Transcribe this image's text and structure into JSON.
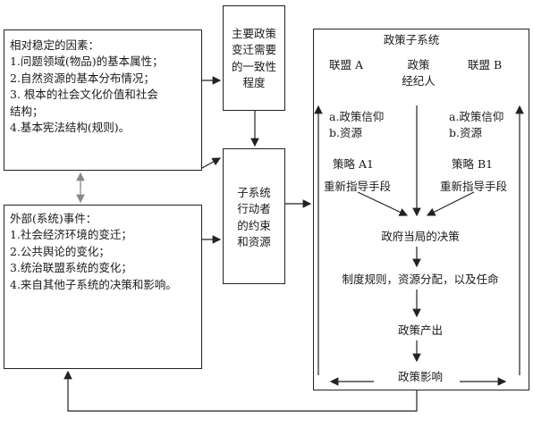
{
  "stable_factors": {
    "title": "相对稳定的因素：",
    "items": [
      "1.问题领域(物品)的基本属性；",
      "2.自然资源的基本分布情况；",
      "3. 根本的社会文化价值和社会",
      "结构；",
      "4.基本宪法结构(规则)。"
    ]
  },
  "external_events": {
    "title": "外部(系统)事件：",
    "items": [
      "1.社会经济环境的变迁；",
      "2.公共舆论的变化；",
      "3.统治联盟系统的变化；",
      "4.来自其他子系统的决策和影响。"
    ]
  },
  "consensus": {
    "lines": [
      "主要政策",
      "变迁需要",
      "的一致性",
      "程度"
    ]
  },
  "constraints": {
    "lines": [
      "子系统",
      "行动者",
      "的约束",
      "和资源"
    ]
  },
  "subsystem": {
    "title": "政策子系统",
    "coalition_a": "联盟 A",
    "broker_line1": "政策",
    "broker_line2": "经纪人",
    "coalition_b": "联盟 B",
    "a_beliefs": "a.政策信仰",
    "a_resources": "b.资源",
    "b_beliefs": "a.政策信仰",
    "b_resources": "b.资源",
    "strategy_a": "策略   A1",
    "strategy_b": "策略 B1",
    "guidance_a": "重新指导手段",
    "guidance_b": "重新指导手段",
    "decision": "政府当局的决策",
    "rules": "制度规则，资源分配，以及任命",
    "outputs": "政策产出",
    "impacts": "政策影响"
  }
}
